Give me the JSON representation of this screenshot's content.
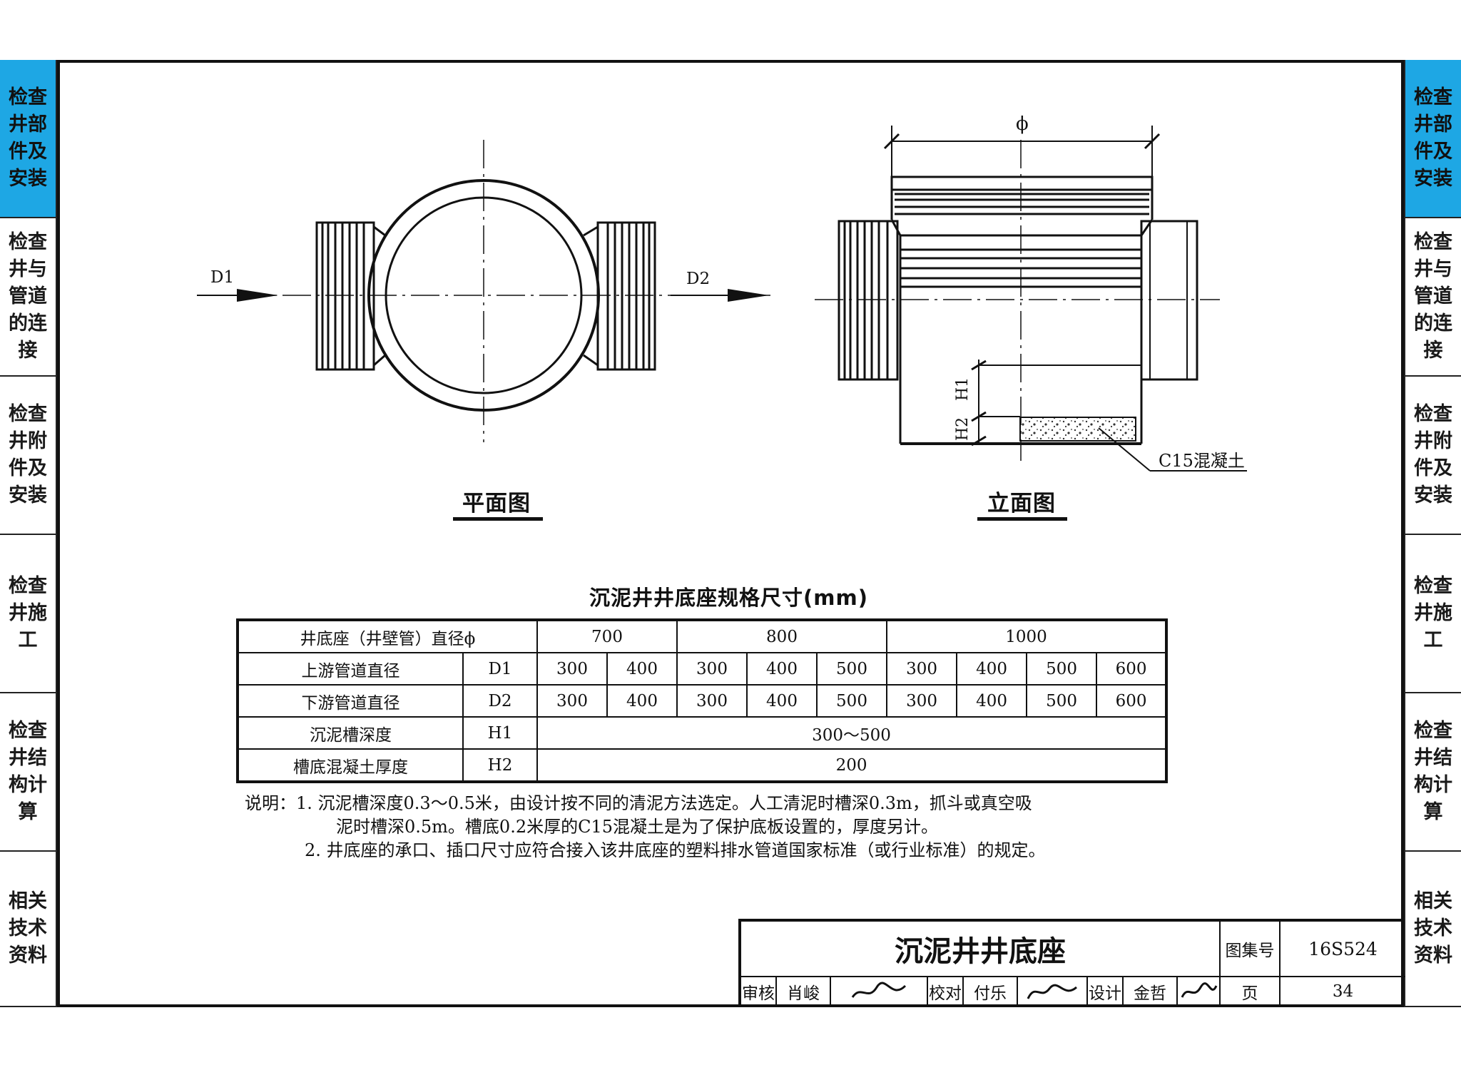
{
  "sidebar_left": [
    {
      "label": "检查井部件及安装",
      "active": true
    },
    {
      "label": "检查井与管道的连接",
      "active": false
    },
    {
      "label": "检查井附件及安装",
      "active": false
    },
    {
      "label": "检查井施工",
      "active": false
    },
    {
      "label": "检查井结构计算",
      "active": false
    },
    {
      "label": "相关技术资料",
      "active": false
    }
  ],
  "sidebar_right": [
    {
      "label": "检查井部件及安装",
      "active": true
    },
    {
      "label": "检查井与管道的连接",
      "active": false
    },
    {
      "label": "检查井附件及安装",
      "active": false
    },
    {
      "label": "检查井施工",
      "active": false
    },
    {
      "label": "检查井结构计算",
      "active": false
    },
    {
      "label": "相关技术资料",
      "active": false
    }
  ],
  "plan_view": {
    "title": "平面图",
    "inlet_label": "D1",
    "outlet_label": "D2"
  },
  "elevation_view": {
    "title": "立面图",
    "diameter_label": "ϕ",
    "h1_label": "H1",
    "h2_label": "H2",
    "concrete_label": "C15混凝土"
  },
  "table": {
    "title": "沉泥井井底座规格尺寸(mm)",
    "header_label": "井底座（井壁管）直径ϕ",
    "diameters": [
      "700",
      "800",
      "1000"
    ],
    "rows": [
      {
        "name": "上游管道直径",
        "symbol": "D1",
        "values": [
          "300",
          "400",
          "300",
          "400",
          "500",
          "300",
          "400",
          "500",
          "600"
        ]
      },
      {
        "name": "下游管道直径",
        "symbol": "D2",
        "values": [
          "300",
          "400",
          "300",
          "400",
          "500",
          "300",
          "400",
          "500",
          "600"
        ]
      },
      {
        "name": "沉泥槽深度",
        "symbol": "H1",
        "merged": "300～500"
      },
      {
        "name": "槽底混凝土厚度",
        "symbol": "H2",
        "merged": "200"
      }
    ]
  },
  "notes": {
    "prefix": "说明：",
    "line1": "1.  沉泥槽深度0.3～0.5米，由设计按不同的清泥方法选定。人工清泥时槽深0.3m，抓斗或真空吸",
    "line2": "泥时槽深0.5m。槽底0.2米厚的C15混凝土是为了保护底板设置的，厚度另计。",
    "line3": "2.  井底座的承口、插口尺寸应符合接入该井底座的塑料排水管道国家标准（或行业标准）的规定。"
  },
  "title_block": {
    "drawing_title": "沉泥井井底座",
    "atlas_label": "图集号",
    "atlas_no": "16S524",
    "review_label": "审核",
    "reviewer": "肖峻",
    "check_label": "校对",
    "checker": "付乐",
    "design_label": "设计",
    "designer": "金哲",
    "page_label": "页",
    "page_no": "34"
  }
}
